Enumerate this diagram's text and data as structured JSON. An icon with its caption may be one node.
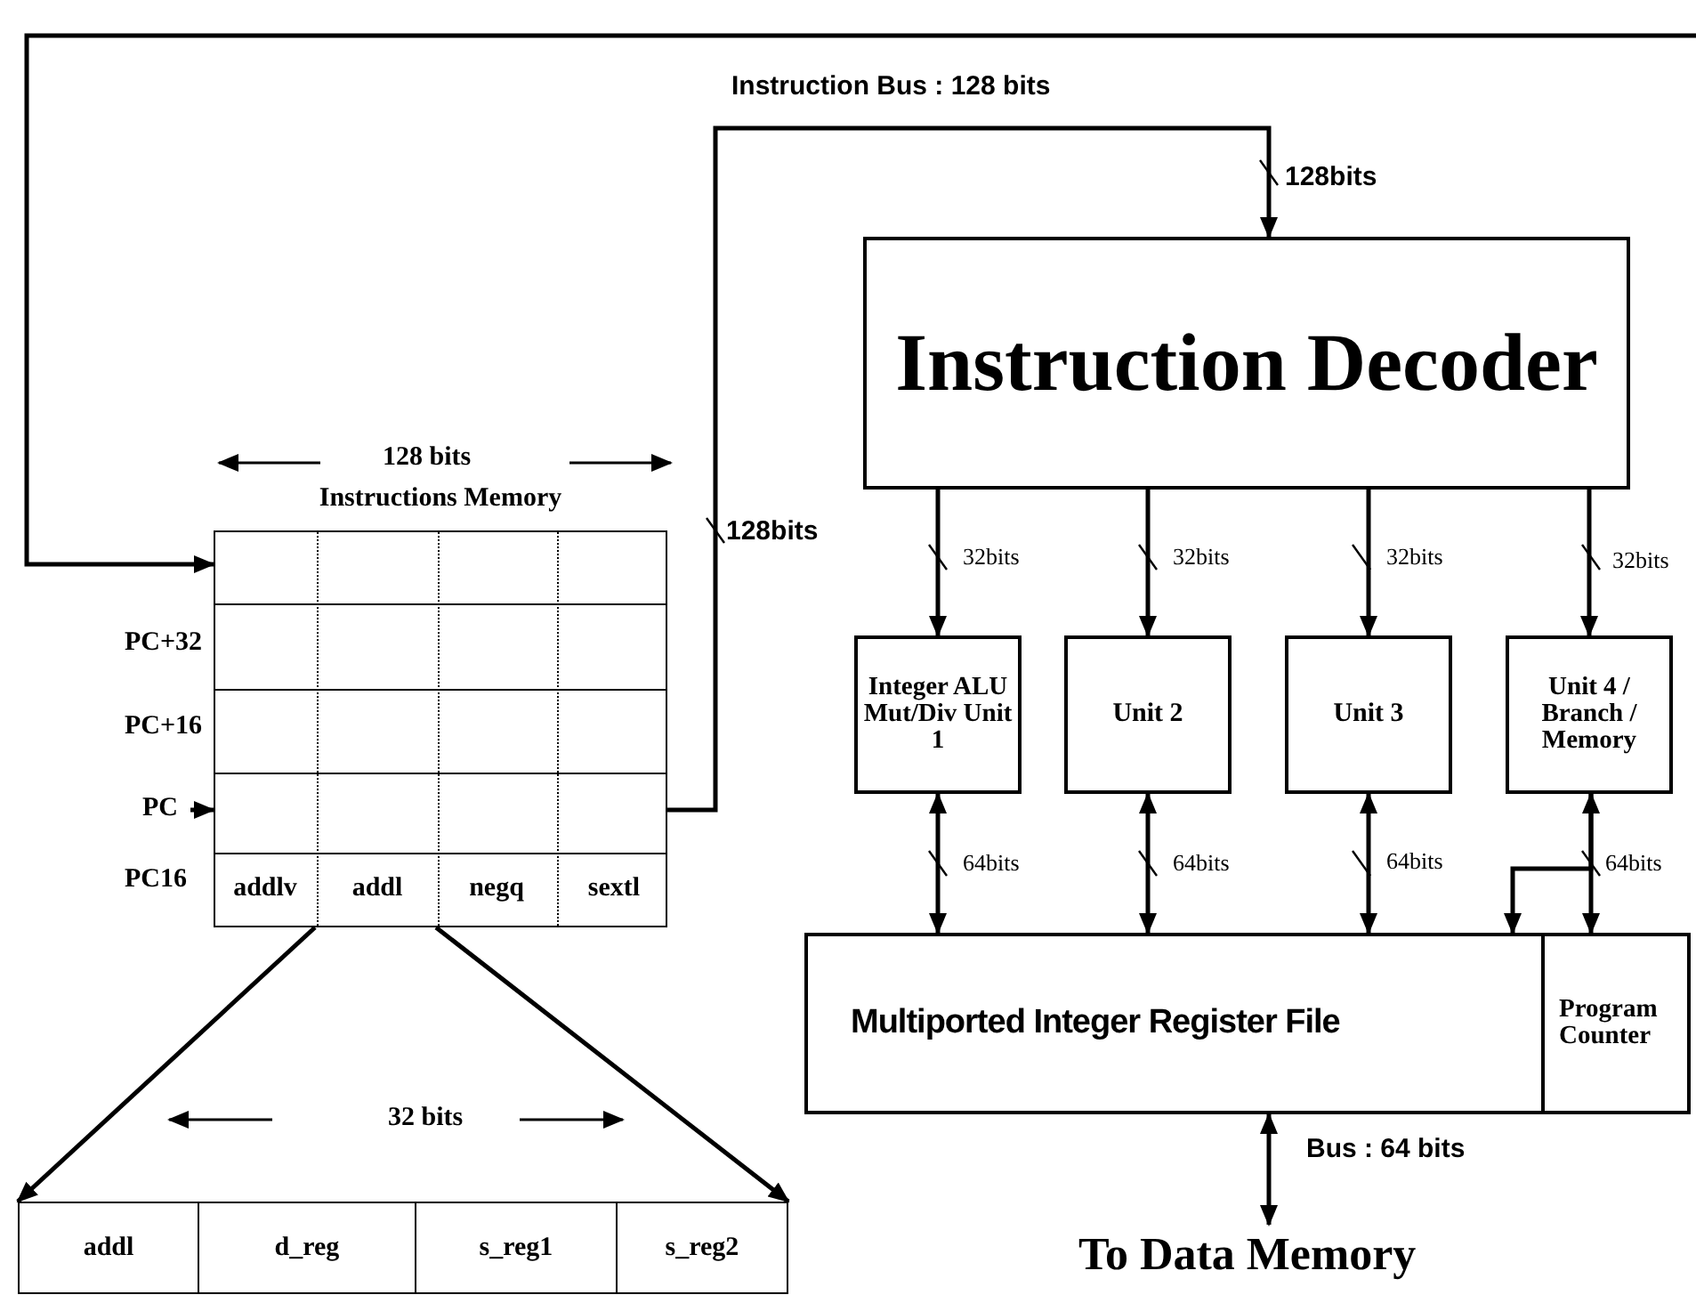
{
  "diagram": {
    "nodes": [
      {
        "text": [
          "Instruction Decoder"
        ]
      },
      {
        "text": [
          "Instructions Memory",
          "addlv",
          "addl",
          "negq",
          "sextl"
        ],
        "beside": [
          "PC+32",
          "PC+16",
          "PC16"
        ]
      },
      {
        "text": [
          "PC"
        ]
      },
      {
        "text": [
          "addl",
          "d_reg",
          "s_reg1",
          "s_reg2"
        ]
      },
      {
        "text": [
          "Integer ALU Mut/Div Unit 1"
        ]
      },
      {
        "text": [
          "Unit 2"
        ]
      },
      {
        "text": [
          "Unit 3"
        ]
      },
      {
        "text": [
          "Unit 4 / Branch / Memory"
        ]
      },
      {
        "text": [
          "Multiported Integer Register File"
        ]
      },
      {
        "text": [
          "Program Counter"
        ]
      },
      {
        "text": [
          "To Data Memory"
        ]
      }
    ],
    "edges": [
      {
        "from": null,
        "to": 1,
        "arrow": "to"
      },
      {
        "from": 1,
        "to": 0,
        "arrow": "to",
        "label": "Instruction Bus : 128 bits"
      },
      {
        "from": 2,
        "to": 1,
        "arrow": "to"
      },
      {
        "from": 1,
        "to": 3,
        "arrow": "to"
      },
      {
        "from": 1,
        "to": 3,
        "arrow": "to"
      },
      {
        "from": 0,
        "to": 4,
        "arrow": "to",
        "label": "32bits"
      },
      {
        "from": 0,
        "to": 5,
        "arrow": "to",
        "label": "32bits"
      },
      {
        "from": 0,
        "to": 6,
        "arrow": "to",
        "label": "32bits"
      },
      {
        "from": 0,
        "to": 7,
        "arrow": "to",
        "label": "32bits"
      },
      {
        "from": 4,
        "to": 8,
        "arrow": "both",
        "label": "64bits"
      },
      {
        "from": 5,
        "to": 8,
        "arrow": "both",
        "label": "64bits"
      },
      {
        "from": 6,
        "to": 8,
        "arrow": "both",
        "label": "64bits"
      },
      {
        "from": 7,
        "to": 9,
        "arrow": "both",
        "label": "64bits"
      },
      {
        "from": 7,
        "to": 8,
        "arrow": "to"
      },
      {
        "from": 8,
        "to": 10,
        "arrow": "both",
        "label": "Bus : 64 bits"
      }
    ],
    "labels": [
      "128bits",
      "128bits",
      "128 bits",
      "32 bits"
    ]
  }
}
